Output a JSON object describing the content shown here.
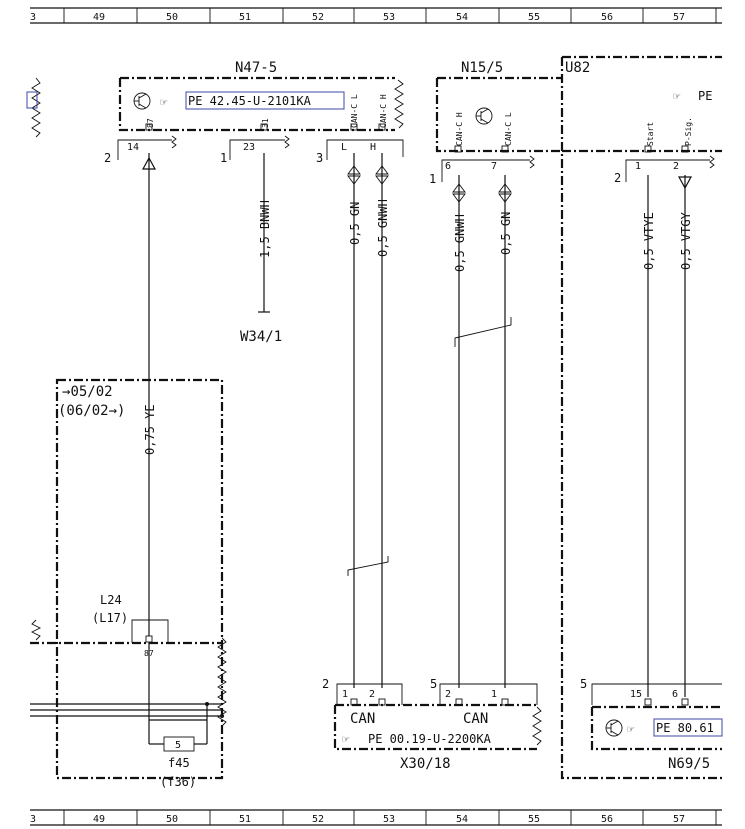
{
  "grid": {
    "top_cols": [
      "3",
      "49",
      "50",
      "51",
      "52",
      "53",
      "54",
      "55",
      "56",
      "57"
    ],
    "bottom_cols": [
      "3",
      "49",
      "50",
      "51",
      "52",
      "53",
      "54",
      "55",
      "56",
      "57"
    ]
  },
  "components": {
    "n47": {
      "name": "N47-5",
      "ref": "PE  42.45-U-2101KA",
      "pins": {
        "p87": "87",
        "p31": "31",
        "canl": "CAN-C L",
        "canh": "CAN-C H"
      },
      "connector_nums": {
        "c14": "14",
        "c23": "23",
        "cL": "L",
        "cH": "H"
      },
      "connector_labels": {
        "c2": "2",
        "c1": "1",
        "c3": "3"
      }
    },
    "n15": {
      "name": "N15/5",
      "pins": {
        "canh": "CAN-C H",
        "canl": "CAN-C L"
      },
      "connector_nums": {
        "c6": "6",
        "c7": "7"
      },
      "connector_label": "1"
    },
    "u82": {
      "name": "U82",
      "ref": "PE",
      "pins": {
        "start": "Start",
        "psig": "P-Sig."
      },
      "connector_nums": {
        "c1": "1",
        "c2": "2"
      },
      "connector_label": "2"
    },
    "x30": {
      "name": "X30/18",
      "ref": "PE  00.19-U-2200KA",
      "can_left": "CAN",
      "can_right": "CAN",
      "pins_a": {
        "p1": "1",
        "p2": "2"
      },
      "pins_b": {
        "p2": "2",
        "p1": "1"
      },
      "connector_label_a": "2",
      "connector_label_b": "5"
    },
    "n69": {
      "name": "N69/5",
      "ref": "PE  80.61",
      "pins": {
        "p15": "15",
        "p6": "6"
      },
      "connector_label": "5"
    },
    "w34": {
      "name": "W34/1"
    },
    "variant": {
      "from": "05/02",
      "to": "(06/02",
      "arrow": "→",
      "close": ")"
    },
    "l24": {
      "name": "L24",
      "alt": "(L17)",
      "pin": "87"
    },
    "f45": {
      "name": "f45",
      "alt": "(f36)",
      "value": "5"
    }
  },
  "wires": {
    "w1": "0,75 YE",
    "w2": "1,5 BNWH",
    "w3": "0,5 GN",
    "w4": "0,5 GNWH",
    "w5": "0,5 GNWH",
    "w6": "0,5 GN",
    "w7": "0,5 VTYE",
    "w8": "0,5 VTGY"
  },
  "icons": {
    "transistor": "transistor-icon",
    "pointer": "pointing-hand-icon",
    "ground": "ground-icon"
  }
}
